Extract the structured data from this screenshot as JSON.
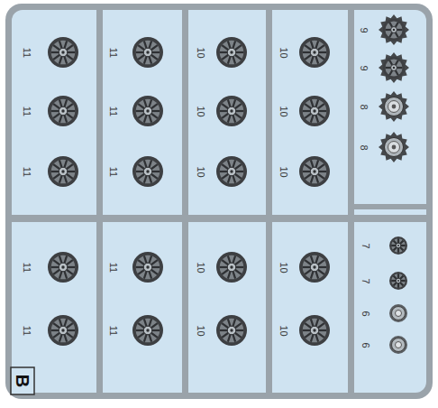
{
  "diagram": {
    "labels": [
      "11",
      "11",
      "11",
      "11",
      "11",
      "11",
      "10",
      "10",
      "10",
      "10",
      "10",
      "10",
      "9",
      "9",
      "8",
      "8",
      "11",
      "11",
      "11",
      "11",
      "10",
      "10",
      "10",
      "10",
      "7",
      "7",
      "6",
      "6",
      "B"
    ]
  }
}
